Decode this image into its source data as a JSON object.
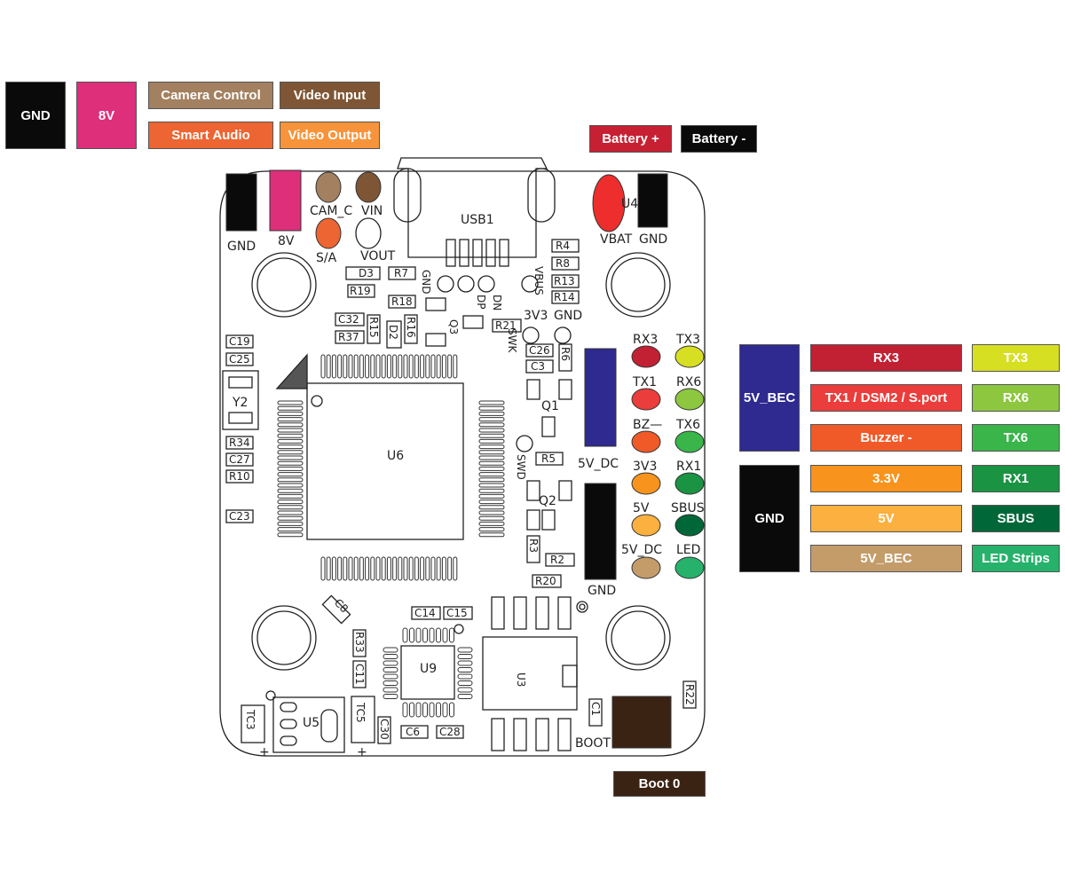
{
  "top_labels": {
    "gnd": "GND",
    "v8": "8V",
    "camera_control": "Camera Control",
    "video_input": "Video Input",
    "smart_audio": "Smart Audio",
    "video_output": "Video Output",
    "battery_plus": "Battery +",
    "battery_minus": "Battery -",
    "boot0": "Boot 0"
  },
  "right_labels": {
    "v5_bec": "5V_BEC",
    "gnd": "GND",
    "rx3": "RX3",
    "tx1": "TX1 / DSM2 / S.port",
    "buzzer": "Buzzer -",
    "v33": "3.3V",
    "v5": "5V",
    "v5_bec2": "5V_BEC",
    "tx3": "TX3",
    "rx6": "RX6",
    "tx6": "TX6",
    "rx1": "RX1",
    "sbus": "SBUS",
    "led_strips": "LED Strips"
  },
  "board": {
    "gnd_l": "GND",
    "v8": "8V",
    "cam_c": "CAM_C",
    "vin": "VIN",
    "sa": "S/A",
    "vout": "VOUT",
    "usb1": "USB1",
    "vbat": "VBAT",
    "u4": "U4",
    "gnd_r": "GND",
    "gnd_usb": "GND",
    "dp": "DP",
    "dn": "DN",
    "vbus": "VBUS",
    "v3v3": "3V3",
    "gnd_swd": "GND",
    "swk": "SWK",
    "swd": "SWD",
    "rx3": "RX3",
    "tx3": "TX3",
    "tx1": "TX1",
    "rx6": "RX6",
    "bz": "BZ—",
    "tx6": "TX6",
    "v33": "3V3",
    "rx1": "RX1",
    "v5": "5V",
    "sbus": "SBUS",
    "v5dc": "5V_DC",
    "led": "LED",
    "v5dc_pad": "5V_DC",
    "gnd_pad": "GND",
    "u6": "U6",
    "u9": "U9",
    "u3": "U3",
    "u5": "U5",
    "y2": "Y2",
    "q1": "Q1",
    "q2": "Q2",
    "q3": "Q3",
    "boot": "BOOT",
    "r4": "R4",
    "r8": "R8",
    "r13": "R13",
    "r14": "R14",
    "d3": "D3",
    "r7": "R7",
    "r19": "R19",
    "r18": "R18",
    "c32": "C32",
    "r15": "R15",
    "r16": "R16",
    "r37": "R37",
    "d2": "D2",
    "r21": "R21",
    "c26": "C26",
    "c3": "C3",
    "r6": "R6",
    "r5": "R5",
    "r3": "R3",
    "r2": "R2",
    "r20": "R20",
    "c19": "C19",
    "c25": "C25",
    "r34": "R34",
    "c27": "C27",
    "r10": "R10",
    "c23": "C23",
    "c8": "C8",
    "c14": "C14",
    "c15": "C15",
    "r33": "R33",
    "c11": "C11",
    "c6": "C6",
    "c28": "C28",
    "c30": "C30",
    "tc3": "TC3",
    "tc5": "TC5",
    "c1": "C1",
    "r22": "R22",
    "plus1": "+",
    "plus2": "+"
  },
  "colors": {
    "black": "#0a0a0a",
    "magenta": "#de2f7b",
    "cam_brown": "#a3805f",
    "video_brown": "#7e5635",
    "smart_orange": "#ec6532",
    "vout_orange": "#f7943b",
    "battery_red": "#c62032",
    "navy": "#2e2a8f",
    "red": "#c22033",
    "tx1_red": "#eb3d3b",
    "buzzer_orange": "#f05a28",
    "orange33": "#f8931d",
    "yellow5": "#fbb040",
    "tan": "#c49c6a",
    "yellow_green": "#d7df23",
    "light_green": "#8dc63f",
    "green": "#39b54a",
    "dark_green": "#1a9343",
    "darker_green": "#006838",
    "teal_green": "#26b26a",
    "boot_brown": "#3b2314"
  }
}
